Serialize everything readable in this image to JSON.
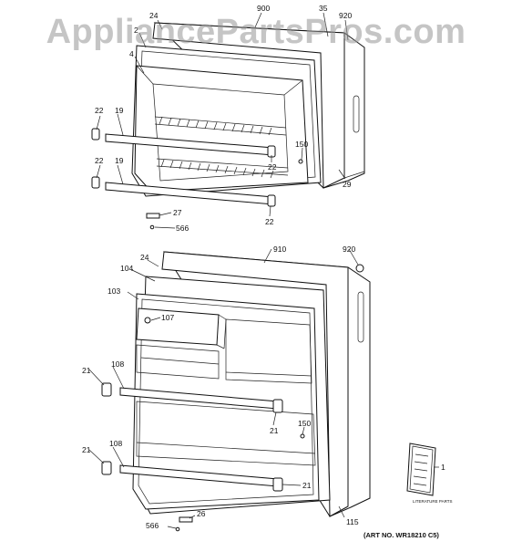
{
  "watermark": "AppliancePartsPros.com",
  "art_number": "(ART NO. WR18210 C5)",
  "booklet_text": "LITERATURE PARTS",
  "callouts": {
    "c24_top": "24",
    "c900": "900",
    "c35": "35",
    "c920_top": "920",
    "c2": "2",
    "c4": "4",
    "c22_left_a": "22",
    "c19_a": "19",
    "c22_right_a": "22",
    "c150_top": "150",
    "c22_left_b": "22",
    "c19_b": "19",
    "c29": "29",
    "c22_right_b": "22",
    "c27": "27",
    "c566_top": "566",
    "c24_bottom": "24",
    "c910": "910",
    "c920_bottom": "920",
    "c104": "104",
    "c103": "103",
    "c107": "107",
    "c21_left_a": "21",
    "c108_a": "108",
    "c21_right_a": "21",
    "c150_bottom": "150",
    "c21_left_b": "21",
    "c108_b": "108",
    "c21_right_b": "21",
    "c1": "1",
    "c115": "115",
    "c566_bottom": "566",
    "c26": "26"
  }
}
